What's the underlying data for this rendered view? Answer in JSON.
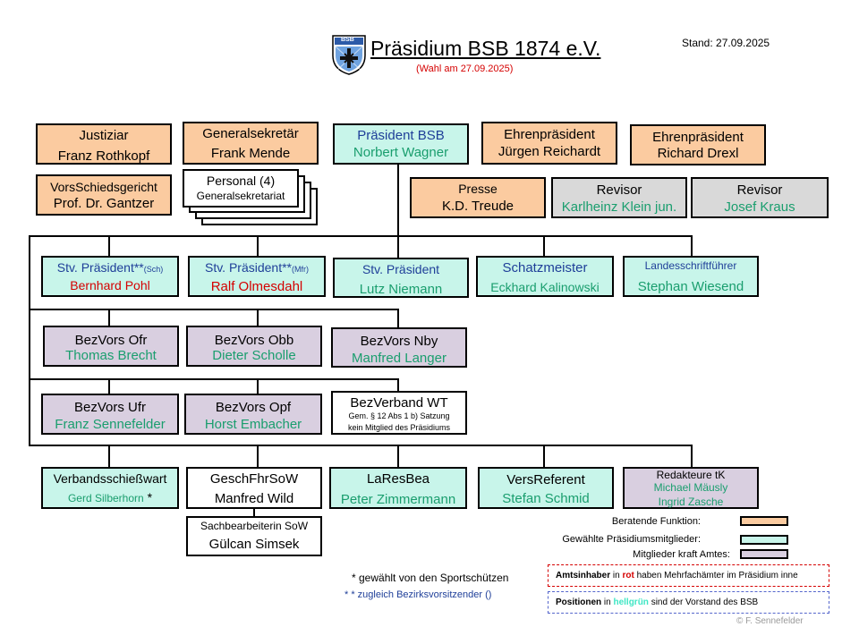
{
  "header": {
    "title": "Präsidium BSB 1874 e.V.",
    "subtitle": "(Wahl am 27.09.2025)",
    "stand": "Stand: 27.09.2025",
    "logo_text": "BSB"
  },
  "top_row": {
    "justiziar": {
      "role": "Justiziar",
      "name": "Franz Rothkopf"
    },
    "generalsekretaer": {
      "role": "Generalsekretär",
      "name": "Frank Mende"
    },
    "praesident": {
      "role": "Präsident BSB",
      "name": "Norbert Wagner"
    },
    "ehrenpraesident1": {
      "role": "Ehrenpräsident",
      "name": "Jürgen Reichardt"
    },
    "ehrenpraesident2": {
      "role": "Ehrenpräsident",
      "name": "Richard Drexl"
    }
  },
  "second_row": {
    "schiedsgericht": {
      "role": "VorsSchiedsgericht",
      "name": "Prof. Dr. Gantzer"
    },
    "personal": {
      "role": "Personal (4)",
      "name": "Generalsekretariat"
    },
    "presse": {
      "role": "Presse",
      "name": "K.D. Treude"
    },
    "revisor1": {
      "role": "Revisor",
      "name": "Karlheinz Klein jun."
    },
    "revisor2": {
      "role": "Revisor",
      "name": "Josef Kraus"
    }
  },
  "vice_row": {
    "stv1": {
      "role": "Stv. Präsident**",
      "suffix": "(Sch)",
      "name": "Bernhard Pohl"
    },
    "stv2": {
      "role": "Stv. Präsident**",
      "suffix": "(Mfr)",
      "name": "Ralf Olmesdahl"
    },
    "stv3": {
      "role": "Stv. Präsident",
      "name": "Lutz Niemann"
    },
    "schatz": {
      "role": "Schatzmeister",
      "name": "Eckhard Kalinowski"
    },
    "landes": {
      "role": "Landesschriftführer",
      "name": "Stephan Wiesend"
    }
  },
  "bez_row1": {
    "ofr": {
      "role": "BezVors Ofr",
      "name": "Thomas Brecht"
    },
    "obb": {
      "role": "BezVors Obb",
      "name": "Dieter Scholle"
    },
    "nby": {
      "role": "BezVors Nby",
      "name": "Manfred Langer"
    }
  },
  "bez_row2": {
    "ufr": {
      "role": "BezVors Ufr",
      "name": "Franz Sennefelder"
    },
    "opf": {
      "role": "BezVors Opf",
      "name": "Horst Embacher"
    },
    "wt": {
      "role": "BezVerband WT",
      "note1": "Gem. § 12 Abs 1 b) Satzung",
      "note2": "kein Mitglied des Präsidiums"
    }
  },
  "bottom_row": {
    "schiesswart": {
      "role": "Verbandsschießwart",
      "name": "Gerd Silberhorn",
      "mark": " *"
    },
    "geschfhr": {
      "role": "GeschFhrSoW",
      "name": "Manfred Wild"
    },
    "lares": {
      "role": "LaResBea",
      "name": "Peter Zimmermann"
    },
    "vers": {
      "role": "VersReferent",
      "name": "Stefan Schmid"
    },
    "redakteure": {
      "role": "Redakteure tK",
      "name1": "Michael Mäusly",
      "name2": "Ingrid Zasche"
    }
  },
  "sachbearbeiterin": {
    "role": "Sachbearbeiterin SoW",
    "name": "Gülcan Simsek"
  },
  "footnotes": {
    "star": "* gewählt von den Sportschützen",
    "double_star": "* * zugleich Bezirksvorsitzender ()"
  },
  "legend": {
    "beratend": "Beratende Funktion:",
    "gewaehlt": "Gewählte Präsidiumsmitglieder:",
    "kraft": "Mitglieder kraft Amtes:",
    "colors": {
      "orange": "#fbcba0",
      "cyan": "#c8f5ea",
      "purple": "#d9cfe0"
    }
  },
  "notes": {
    "amt_a": "Amtsinhaber",
    "amt_b": " in ",
    "amt_c": "rot",
    "amt_d": " haben Mehrfachämter im Präsidium inne",
    "pos_a": "Positionen",
    "pos_b": " in ",
    "pos_c": "hellgrün",
    "pos_d": " sind der Vorstand des BSB"
  },
  "copyright": "© F. Sennefelder"
}
